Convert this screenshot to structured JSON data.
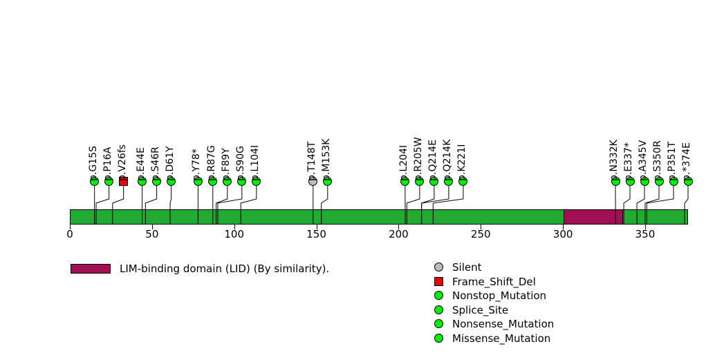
{
  "chart_data": {
    "type": "lollipop",
    "title": "",
    "xlabel": "",
    "ylabel": "",
    "xlim": [
      0,
      376
    ],
    "axis_ticks": [
      0,
      50,
      100,
      150,
      200,
      250,
      300,
      350
    ],
    "axis_tick_labels": [
      "0",
      "50",
      "100",
      "150",
      "200",
      "250",
      "300",
      "350"
    ],
    "protein_length": 376,
    "backbone_color": "#22aa33",
    "domains": [
      {
        "name": "LIM-binding domain (LID) (By similarity).",
        "start": 300,
        "end": 336,
        "color": "#a01055"
      }
    ],
    "mutations": [
      {
        "label": "p.G15S",
        "position": 15,
        "type": "Missense_Mutation",
        "color": "#00ee00",
        "shape": "circle"
      },
      {
        "label": "p.P16A",
        "position": 16,
        "type": "Missense_Mutation",
        "color": "#00ee00",
        "shape": "circle"
      },
      {
        "label": "p.V26fs",
        "position": 26,
        "type": "Frame_Shift_Del",
        "color": "#ee0000",
        "shape": "square"
      },
      {
        "label": "p.E44E",
        "position": 44,
        "type": "Silent",
        "color": "#00ee00",
        "shape": "circle"
      },
      {
        "label": "p.S46R",
        "position": 46,
        "type": "Missense_Mutation",
        "color": "#00ee00",
        "shape": "circle"
      },
      {
        "label": "p.D61Y",
        "position": 61,
        "type": "Missense_Mutation",
        "color": "#00ee00",
        "shape": "circle"
      },
      {
        "label": "p.Y78*",
        "position": 78,
        "type": "Nonsense_Mutation",
        "color": "#00ee00",
        "shape": "circle"
      },
      {
        "label": "p.R87G",
        "position": 87,
        "type": "Missense_Mutation",
        "color": "#00ee00",
        "shape": "circle"
      },
      {
        "label": "p.F89Y",
        "position": 89,
        "type": "Missense_Mutation",
        "color": "#00ee00",
        "shape": "circle"
      },
      {
        "label": "p.S90G",
        "position": 90,
        "type": "Missense_Mutation",
        "color": "#00ee00",
        "shape": "circle"
      },
      {
        "label": "p.L104I",
        "position": 104,
        "type": "Missense_Mutation",
        "color": "#00ee00",
        "shape": "circle"
      },
      {
        "label": "p.T148T",
        "position": 148,
        "type": "Silent",
        "color": "#bbbbbb",
        "shape": "circle"
      },
      {
        "label": "p.M153K",
        "position": 153,
        "type": "Missense_Mutation",
        "color": "#00ee00",
        "shape": "circle"
      },
      {
        "label": "p.L204I",
        "position": 204,
        "type": "Missense_Mutation",
        "color": "#00ee00",
        "shape": "circle"
      },
      {
        "label": "p.R205W",
        "position": 205,
        "type": "Missense_Mutation",
        "color": "#00ee00",
        "shape": "circle"
      },
      {
        "label": "p.Q214E",
        "position": 214,
        "type": "Missense_Mutation",
        "color": "#00ee00",
        "shape": "circle"
      },
      {
        "label": "p.Q214K",
        "position": 214,
        "type": "Missense_Mutation",
        "color": "#00ee00",
        "shape": "circle"
      },
      {
        "label": "p.K221I",
        "position": 221,
        "type": "Missense_Mutation",
        "color": "#00ee00",
        "shape": "circle"
      },
      {
        "label": "p.N332K",
        "position": 332,
        "type": "Missense_Mutation",
        "color": "#00ee00",
        "shape": "circle"
      },
      {
        "label": "p.E337*",
        "position": 337,
        "type": "Nonsense_Mutation",
        "color": "#00ee00",
        "shape": "circle"
      },
      {
        "label": "p.A345V",
        "position": 345,
        "type": "Missense_Mutation",
        "color": "#00ee00",
        "shape": "circle"
      },
      {
        "label": "p.S350R",
        "position": 350,
        "type": "Missense_Mutation",
        "color": "#00ee00",
        "shape": "circle"
      },
      {
        "label": "p.P351T",
        "position": 351,
        "type": "Missense_Mutation",
        "color": "#00ee00",
        "shape": "circle"
      },
      {
        "label": "p.*374E",
        "position": 374,
        "type": "Nonstop_Mutation",
        "color": "#00ee00",
        "shape": "circle"
      }
    ]
  },
  "domain_legend": [
    {
      "label": "LIM-binding domain (LID) (By similarity).",
      "color": "#a01055",
      "shape": "rect"
    }
  ],
  "mutation_legend": [
    {
      "label": "Silent",
      "color": "#bbbbbb",
      "shape": "circle"
    },
    {
      "label": "Frame_Shift_Del",
      "color": "#ee0000",
      "shape": "square"
    },
    {
      "label": "Nonstop_Mutation",
      "color": "#00ee00",
      "shape": "circle"
    },
    {
      "label": "Splice_Site",
      "color": "#00ee00",
      "shape": "circle"
    },
    {
      "label": "Nonsense_Mutation",
      "color": "#00ee00",
      "shape": "circle"
    },
    {
      "label": "Missense_Mutation",
      "color": "#00ee00",
      "shape": "circle"
    }
  ]
}
